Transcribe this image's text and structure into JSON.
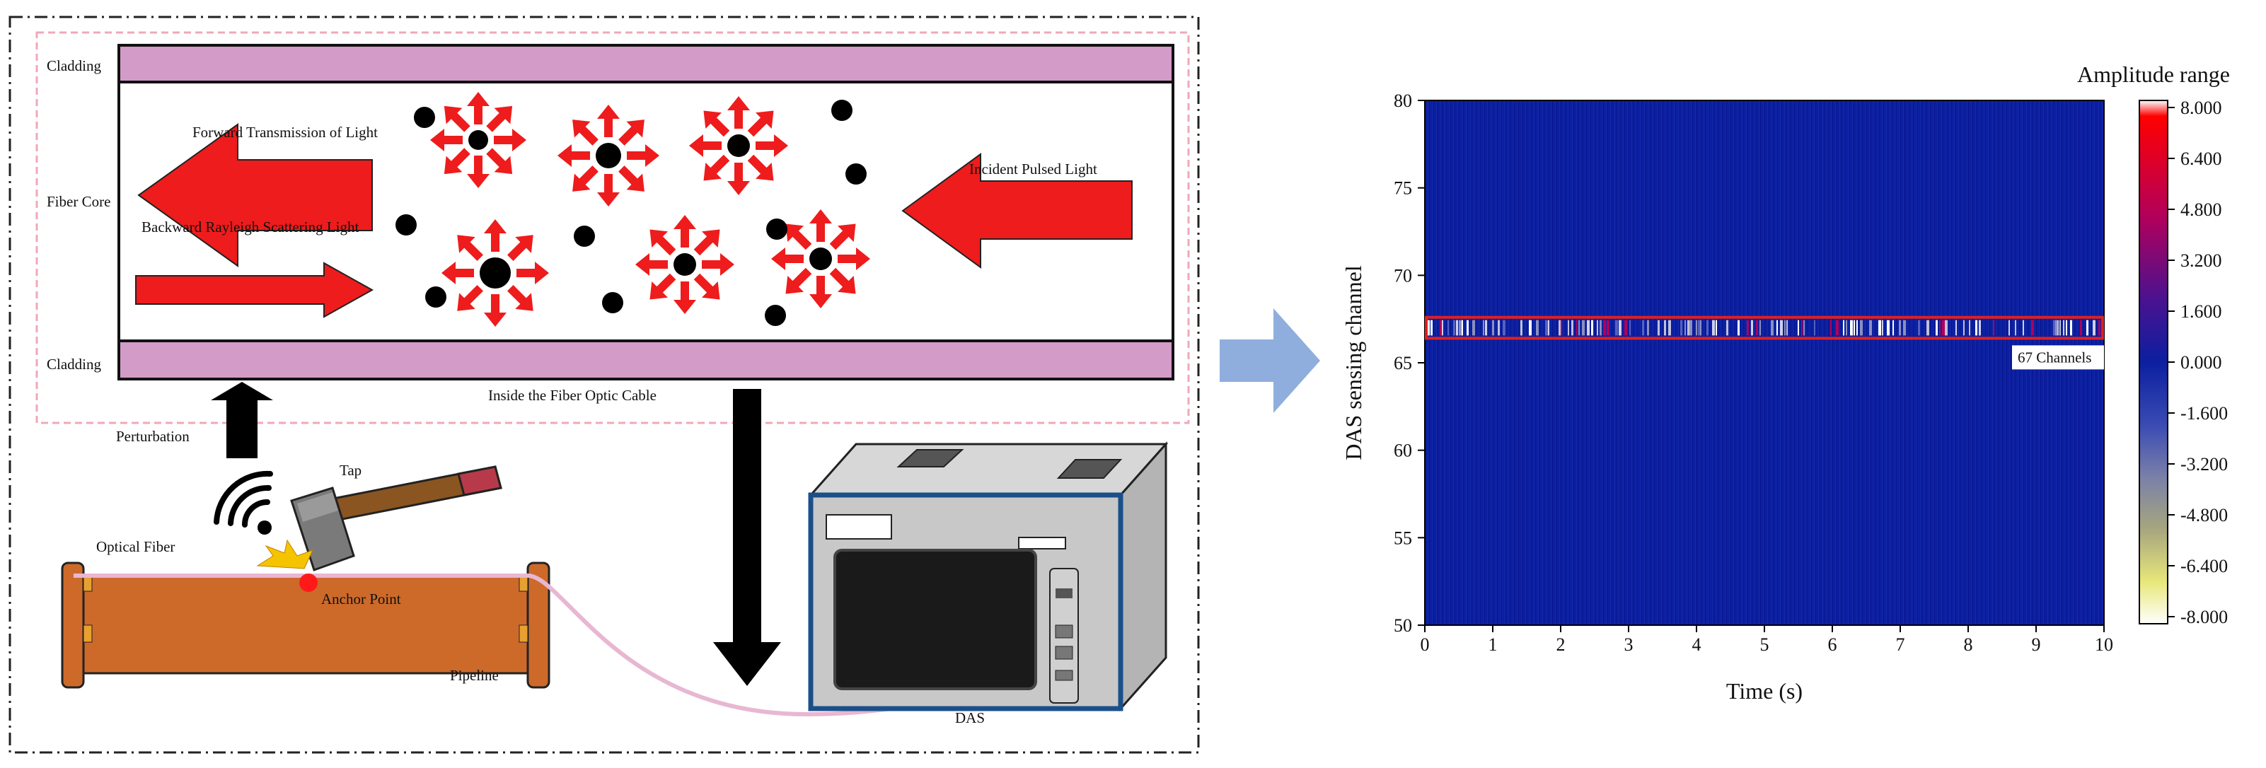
{
  "diagram": {
    "cable": {
      "cladding_top_label": "Cladding",
      "cladding_bottom_label": "Cladding",
      "core_label": "Fiber Core",
      "forward_label": "Forward Transmission of Light",
      "backward_label": "Backward Rayleigh Scattering Light",
      "incident_label": "Incident Pulsed Light",
      "caption": "Inside the Fiber Optic Cable"
    },
    "scene": {
      "perturbation_label": "Perturbation",
      "tap_label": "Tap",
      "optical_fiber_label": "Optical Fiber",
      "anchor_label": "Anchor Point",
      "pipeline_label": "Pipeline",
      "das_label": "DAS"
    },
    "colors": {
      "cladding": "#d39bc8",
      "arrow_red": "#ee1c1c",
      "pipe": "#cd6a2a",
      "fiber": "#e8b7d2",
      "flow_arrow": "#8faedd",
      "plot_bg": "#0b1fa0",
      "highlight": "#e02020"
    }
  },
  "chart_data": {
    "type": "heatmap",
    "title": "",
    "xlabel": "Time (s)",
    "ylabel": "DAS sensing channel",
    "xlim": [
      0,
      10
    ],
    "ylim": [
      50,
      80
    ],
    "x_ticks": [
      "0",
      "1",
      "2",
      "3",
      "4",
      "5",
      "6",
      "7",
      "8",
      "9",
      "10"
    ],
    "y_ticks": [
      "50",
      "55",
      "60",
      "65",
      "70",
      "75",
      "80"
    ],
    "highlight_channel": 67,
    "highlight_label": "67 Channels",
    "colorbar": {
      "title": "Amplitude range",
      "range": [
        -8,
        8
      ],
      "ticks": [
        "8.000",
        "6.400",
        "4.800",
        "3.200",
        "1.600",
        "0.000",
        "-1.600",
        "-3.200",
        "-4.800",
        "-6.400",
        "-8.000"
      ]
    }
  }
}
